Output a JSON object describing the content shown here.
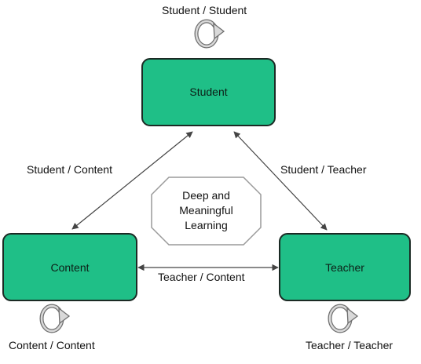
{
  "nodes": {
    "student": "Student",
    "content": "Content",
    "teacher": "Teacher"
  },
  "center": {
    "line1": "Deep and",
    "line2": "Meaningful",
    "line3": "Learning"
  },
  "edges": {
    "student_content": "Student / Content",
    "student_teacher": "Student / Teacher",
    "teacher_content": "Teacher / Content"
  },
  "self_loops": {
    "student": "Student / Student",
    "content": "Content / Content",
    "teacher": "Teacher / Teacher"
  },
  "colors": {
    "node_fill": "#1fbf87",
    "node_stroke": "#1b2a24",
    "arrow": "#444444",
    "octagon_stroke": "#9a9a9a"
  },
  "icons": {
    "self_loop": "circular-arrow-icon"
  }
}
